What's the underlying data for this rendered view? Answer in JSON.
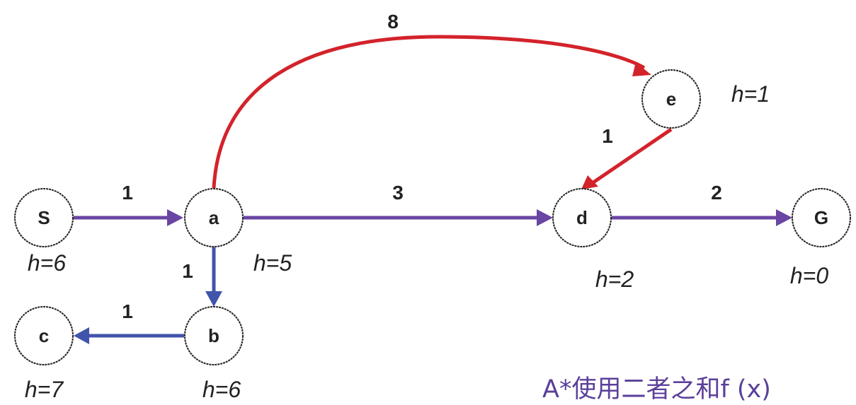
{
  "colors": {
    "purple": "#6a45a3",
    "blue": "#4154ab",
    "red": "#d3232b"
  },
  "nodes": {
    "S": {
      "label": "S",
      "h": "h=6"
    },
    "a": {
      "label": "a",
      "h": "h=5"
    },
    "b": {
      "label": "b",
      "h": "h=6"
    },
    "c": {
      "label": "c",
      "h": "h=7"
    },
    "d": {
      "label": "d",
      "h": "h=2"
    },
    "e": {
      "label": "e",
      "h": "h=1"
    },
    "G": {
      "label": "G",
      "h": "h=0"
    }
  },
  "edges": {
    "S_a": {
      "from": "S",
      "to": "a",
      "weight": "1",
      "color": "purple"
    },
    "a_d": {
      "from": "a",
      "to": "d",
      "weight": "3",
      "color": "purple"
    },
    "d_G": {
      "from": "d",
      "to": "G",
      "weight": "2",
      "color": "purple"
    },
    "a_b": {
      "from": "a",
      "to": "b",
      "weight": "1",
      "color": "blue"
    },
    "b_c": {
      "from": "b",
      "to": "c",
      "weight": "1",
      "color": "blue"
    },
    "a_e": {
      "from": "a",
      "to": "e",
      "weight": "8",
      "color": "red"
    },
    "e_d": {
      "from": "e",
      "to": "d",
      "weight": "1",
      "color": "red"
    }
  },
  "caption": "A*使用二者之和f (x)"
}
